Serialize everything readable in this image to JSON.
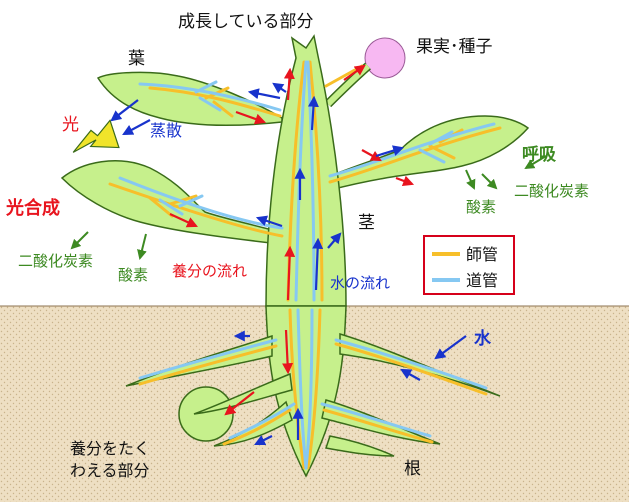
{
  "colors": {
    "plant_fill": "#c6f08c",
    "plant_stroke": "#3a6b1a",
    "soil_fill": "#eedfc3",
    "soil_dot": "#b9a27c",
    "phloem": "#f7bf2a",
    "xylem": "#86c8f2",
    "sugar_arrow": "#e8141e",
    "water_arrow": "#1833cc",
    "gas_label": "#3d8a22",
    "legend_border": "#d6001a",
    "fruit": "#f7b8f2",
    "light_arrow": "#f0e42a"
  },
  "labels": {
    "growing_part": "成長している部分",
    "fruit_seed": "果実･種子",
    "leaf": "葉",
    "light": "光",
    "transpiration": "蒸散",
    "photosynthesis": "光合成",
    "co2_left": "二酸化炭素",
    "oxygen_left": "酸素",
    "respiration": "呼吸",
    "co2_right": "二酸化炭素",
    "oxygen_right": "酸素",
    "stem": "茎",
    "nutrient_flow": "養分の流れ",
    "water_flow": "水の流れ",
    "water": "水",
    "storage_line1": "養分をたく",
    "storage_line2": "わえる部分",
    "root": "根"
  },
  "legend": {
    "items": [
      {
        "label": "師管",
        "color_key": "phloem"
      },
      {
        "label": "道管",
        "color_key": "xylem"
      }
    ]
  },
  "icons": {
    "light_arrow": "thick-down-right-arrow",
    "sugar_flow": "red-arrow",
    "water_flow": "blue-arrow"
  }
}
